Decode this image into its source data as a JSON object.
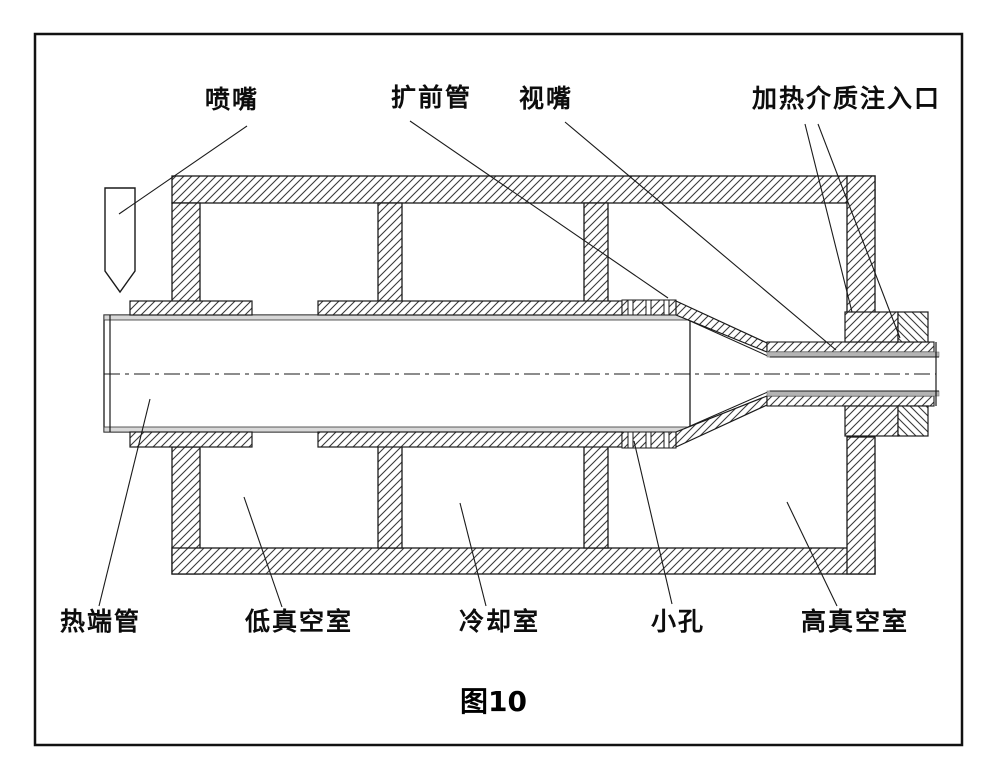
{
  "figure": {
    "caption": "图10",
    "labels": {
      "nozzle": "喷嘴",
      "expansion_tube": "扩前管",
      "die_nozzle": "视嘴",
      "heating_medium_inlet": "加热介质注入口",
      "hot_end_tube": "热端管",
      "low_vacuum_chamber": "低真空室",
      "cooling_chamber": "冷却室",
      "small_hole": "小孔",
      "high_vacuum_chamber": "高真空室"
    },
    "colors": {
      "background": "#ffffff",
      "line": "#1a1a1a",
      "hatch": "#3a3a3a",
      "gray_strip": "#b4b4b4",
      "tube_skin": "#d8d8d8"
    }
  }
}
